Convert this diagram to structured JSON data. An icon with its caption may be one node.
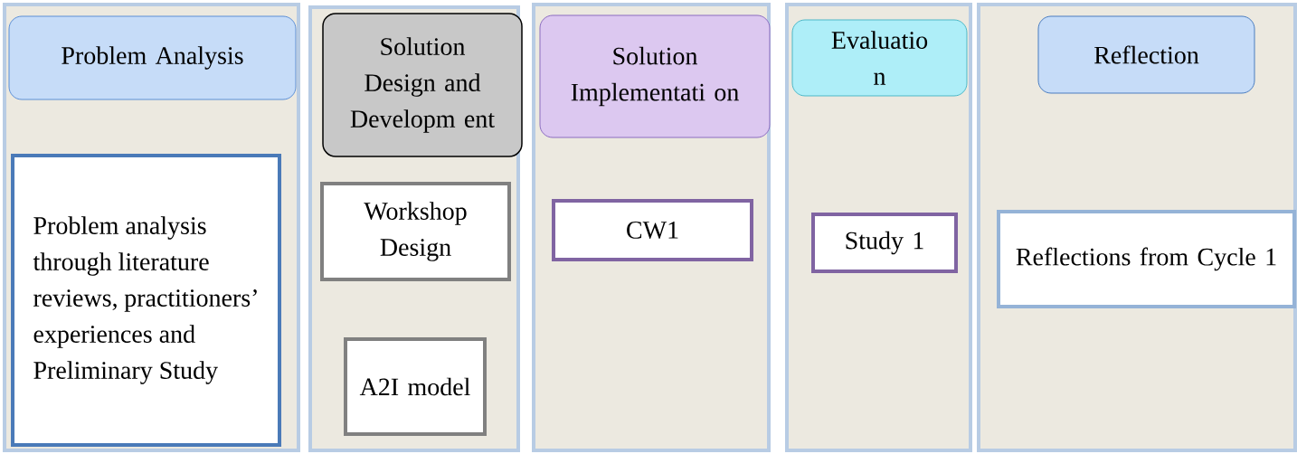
{
  "diagram": {
    "nodes": [
      {
        "text": [],
        "shape": "box"
      },
      {
        "text": [
          "Problem Analysis"
        ],
        "in": 0
      },
      {
        "text": [
          "Problem analysis through literature reviews, practitioners’ experiences and Preliminary Study"
        ],
        "in": 0
      },
      {
        "text": [],
        "shape": "box"
      },
      {
        "text": [
          "Solution Design and Developm ent"
        ],
        "in": 3
      },
      {
        "text": [
          "Workshop Design"
        ],
        "in": 3
      },
      {
        "text": [
          "A2I model"
        ],
        "in": 3
      },
      {
        "text": [],
        "shape": "box"
      },
      {
        "text": [
          "Solution Implementati on"
        ],
        "in": 7
      },
      {
        "text": [
          "CW1"
        ],
        "in": 7
      },
      {
        "text": [],
        "shape": "box"
      },
      {
        "text": [
          "Evaluatio n"
        ],
        "in": 10
      },
      {
        "text": [
          "Study 1"
        ],
        "in": 10
      },
      {
        "text": [],
        "shape": "box"
      },
      {
        "text": [
          "Reflection"
        ],
        "in": 13
      },
      {
        "text": [
          "Reflections from Cycle 1"
        ],
        "in": 13
      }
    ]
  }
}
